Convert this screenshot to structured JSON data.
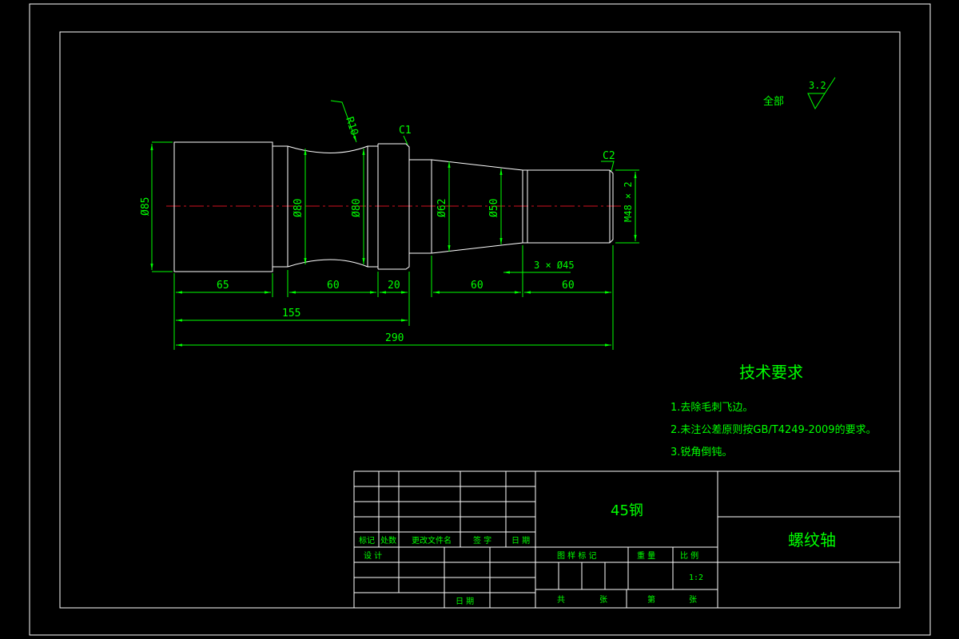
{
  "roughness": {
    "label": "全部",
    "value": "3.2"
  },
  "part_dims": {
    "d1": "Ø85",
    "d2": "Ø80",
    "d3": "Ø80",
    "d4": "Ø62",
    "d5": "Ø50",
    "thread": "M48 × 2",
    "r": "R10",
    "c1": "C1",
    "c2": "C2",
    "chamfer": "3 × Ø45",
    "l65": "65",
    "l60a": "60",
    "l20": "20",
    "l60b": "60",
    "l60c": "60",
    "l155": "155",
    "l290": "290"
  },
  "tech": {
    "title": "技术要求",
    "items": [
      "1.去除毛刺飞边。",
      "2.未注公差原则按GB/T4249-2009的要求。",
      "3.锐角倒钝。"
    ]
  },
  "title_block": {
    "material": "45钢",
    "part_name": "螺纹轴",
    "h_mark": "标记",
    "h_count": "处数",
    "h_doc": "更改文件名",
    "h_sign": "签 字",
    "h_date": "日 期",
    "design": "设 计",
    "date": "日 期",
    "stage": "图 样 标 记",
    "weight": "重 量",
    "scale_label": "比 例",
    "scale": "1:2",
    "total": "共",
    "sheet_unit": "张",
    "sheet": "第",
    "sheet_unit2": "张"
  }
}
